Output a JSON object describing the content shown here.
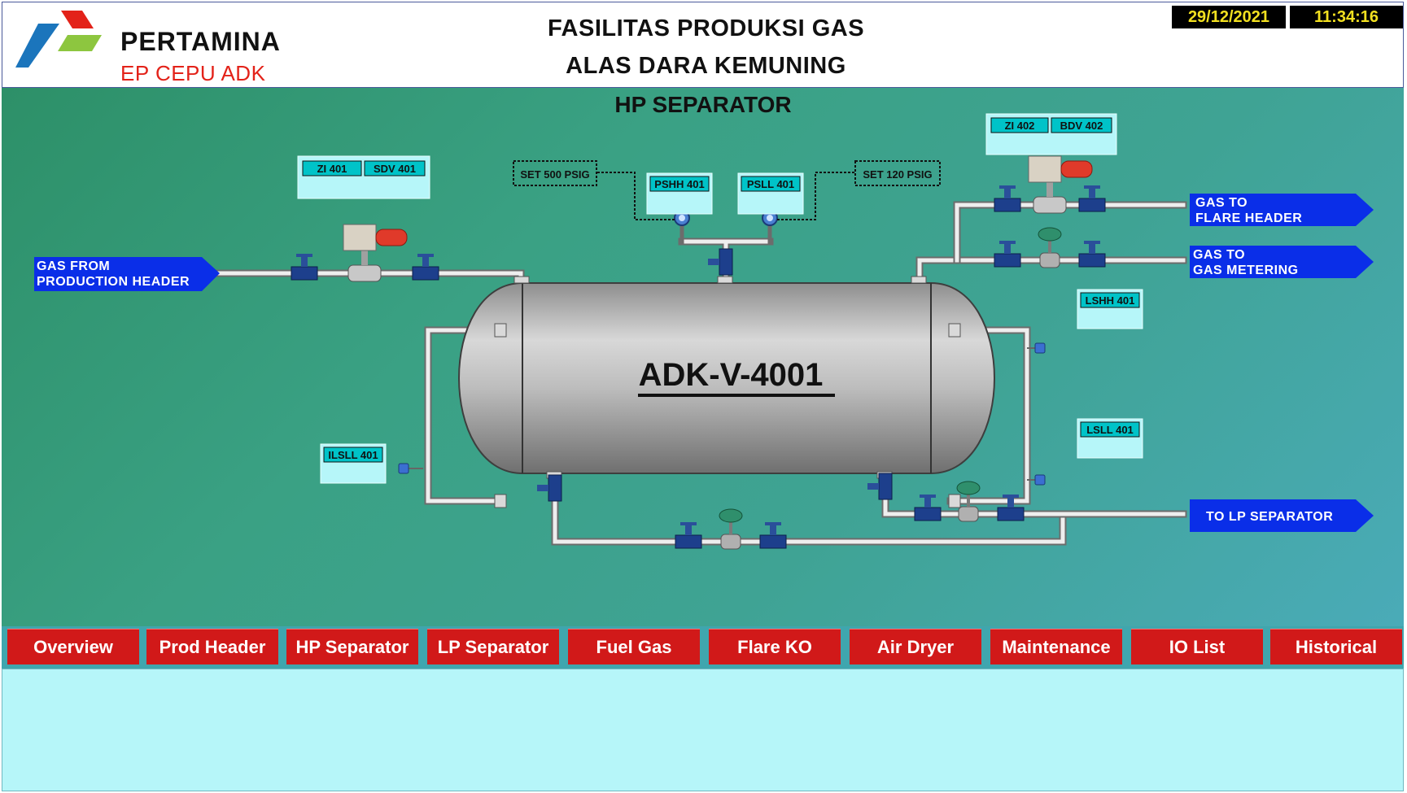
{
  "header": {
    "logo_name": "PERTAMINA",
    "logo_sub": "EP CEPU ADK",
    "title_line1": "FASILITAS PRODUKSI GAS",
    "title_line2": "ALAS DARA KEMUNING",
    "date": "29/12/2021",
    "time": "11:34:16"
  },
  "screen": {
    "title": "HP SEPARATOR",
    "vessel_label": "ADK-V-4001",
    "streams": {
      "inlet_line1": "GAS FROM",
      "inlet_line2": "PRODUCTION HEADER",
      "flare_line1": "GAS TO",
      "flare_line2": "FLARE HEADER",
      "metering_line1": "GAS TO",
      "metering_line2": "GAS METERING",
      "lp": "TO LP SEPARATOR"
    },
    "tags": {
      "zi401": "ZI 401",
      "sdv401": "SDV 401",
      "zi402": "ZI 402",
      "bdv402": "BDV 402",
      "pshh401": "PSHH 401",
      "psll401": "PSLL 401",
      "lshh401": "LSHH 401",
      "lsll401": "LSLL 401",
      "ilsll401": "ILSLL 401"
    },
    "setpoints": {
      "high": "SET 500 PSIG",
      "low": "SET 120 PSIG"
    }
  },
  "nav": {
    "items": [
      "Overview",
      "Prod Header",
      "HP Separator",
      "LP Separator",
      "Fuel Gas",
      "Flare KO",
      "Air Dryer",
      "Maintenance",
      "IO List",
      "Historical"
    ]
  },
  "colors": {
    "logo_red": "#e32219",
    "logo_green": "#8dc63f",
    "logo_blue": "#1b75bc",
    "stream_arrow": "#0a2ee8",
    "nav_button": "#d11919",
    "clock_text": "#f2e020",
    "tag_label_bg": "#00c3c8",
    "status_panel": "#b6f6f9"
  },
  "icons": [
    "pertamina-logo-icon",
    "gate-valve-icon",
    "actuated-valve-icon",
    "control-valve-icon",
    "pressure-switch-icon",
    "level-switch-icon"
  ]
}
